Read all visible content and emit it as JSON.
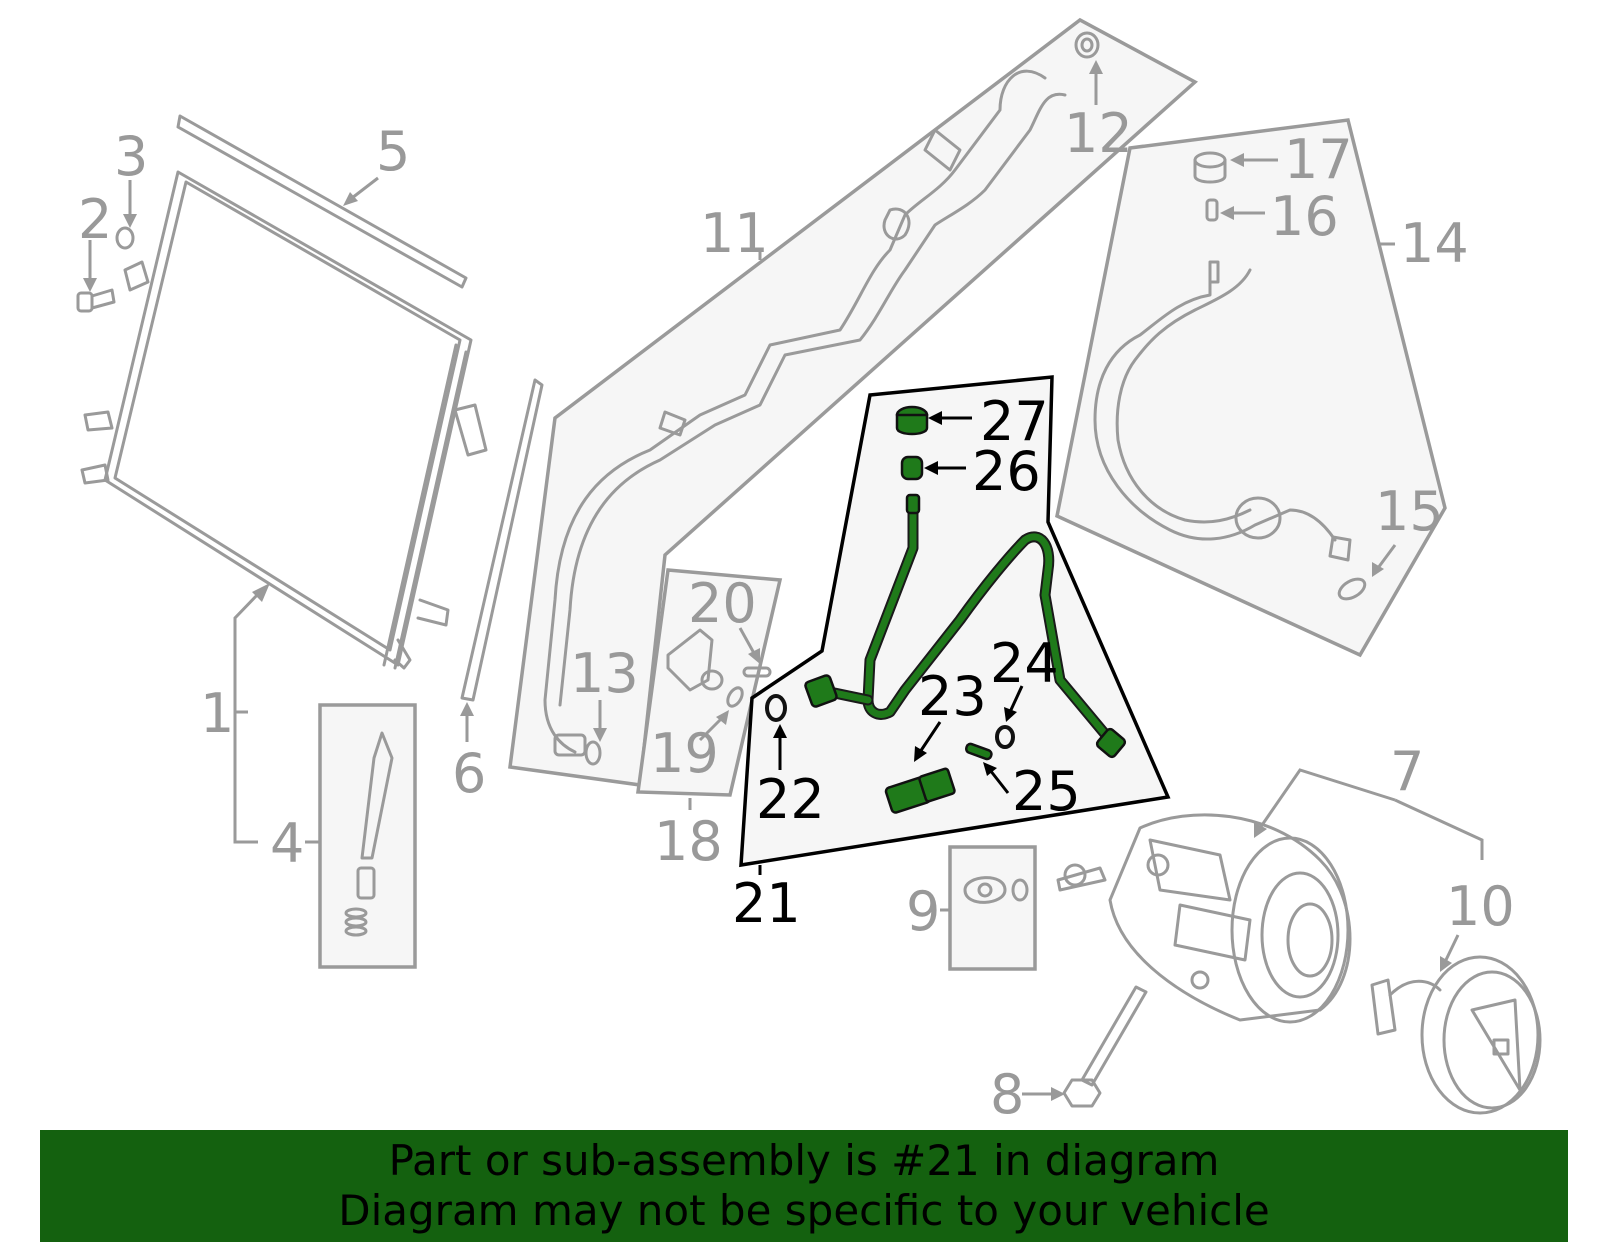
{
  "callouts": {
    "c1": "1",
    "c2": "2",
    "c3": "3",
    "c4": "4",
    "c5": "5",
    "c6": "6",
    "c7": "7",
    "c8": "8",
    "c9": "9",
    "c10": "10",
    "c11": "11",
    "c12": "12",
    "c13": "13",
    "c14": "14",
    "c15": "15",
    "c16": "16",
    "c17": "17",
    "c18": "18",
    "c19": "19",
    "c20": "20",
    "c21": "21",
    "c22": "22",
    "c23": "23",
    "c24": "24",
    "c25": "25",
    "c26": "26",
    "c27": "27"
  },
  "highlight": {
    "part_number": "21",
    "color": "#1f7a1a"
  },
  "banner": {
    "line1": "Part or sub-assembly is #21 in diagram",
    "line2": "Diagram may not be specific to your vehicle",
    "background": "#14610f"
  }
}
